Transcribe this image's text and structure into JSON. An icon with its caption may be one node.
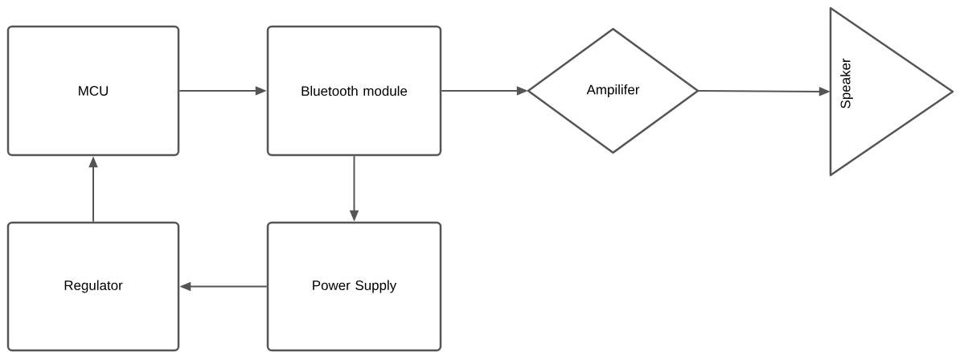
{
  "diagram": {
    "nodes": [
      {
        "text": [
          "MCU"
        ]
      },
      {
        "text": [
          "Bluetooth module"
        ]
      },
      {
        "text": [
          "Ampilifer"
        ]
      },
      {
        "text": [
          "Speaker"
        ]
      },
      {
        "text": [
          "Regulator"
        ]
      },
      {
        "text": [
          "Power Supply"
        ]
      }
    ],
    "edges": [
      {
        "from": 0,
        "to": 1,
        "arrow": "to"
      },
      {
        "from": 1,
        "to": 2,
        "arrow": "to"
      },
      {
        "from": 2,
        "to": 3,
        "arrow": "to"
      },
      {
        "from": 1,
        "to": 5,
        "arrow": "to"
      },
      {
        "from": 5,
        "to": 4,
        "arrow": "to"
      },
      {
        "from": 4,
        "to": 0,
        "arrow": "to"
      }
    ]
  }
}
